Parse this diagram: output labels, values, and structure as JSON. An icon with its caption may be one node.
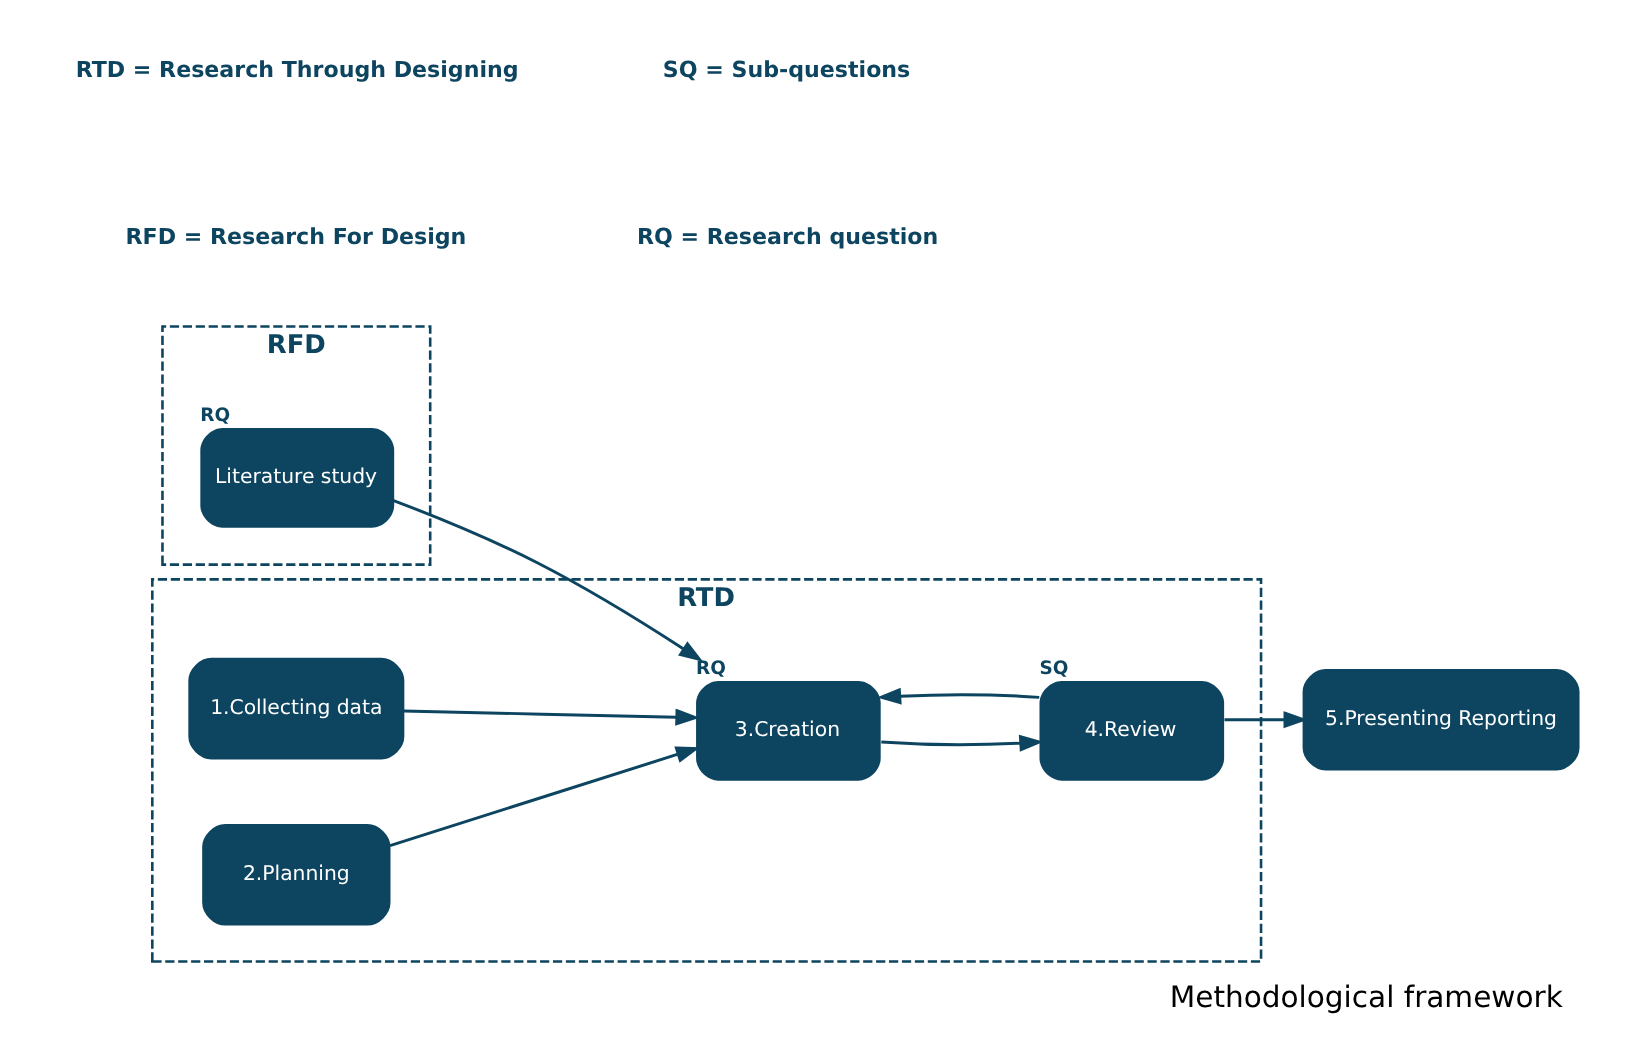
{
  "diagram": {
    "caption": "Methodological framework",
    "nodes": [
      {
        "text": [
          "RFD"
        ]
      },
      {
        "text": [
          "Literature study"
        ],
        "in": 0,
        "beside": [
          "RQ"
        ]
      },
      {
        "text": [
          "RTD"
        ]
      },
      {
        "text": [
          "1.Collecting data"
        ],
        "in": 2
      },
      {
        "text": [
          "2.Planning"
        ],
        "in": 2
      },
      {
        "text": [
          "3.Creation"
        ],
        "in": 2,
        "beside": [
          "RQ"
        ]
      },
      {
        "text": [
          "4.Review"
        ],
        "in": 2,
        "beside": [
          "SQ"
        ]
      },
      {
        "text": [
          "5.Presenting Reporting"
        ]
      }
    ],
    "edges": [
      {
        "from": 1,
        "to": 5,
        "arrow": "to"
      },
      {
        "from": 3,
        "to": 5,
        "arrow": "to"
      },
      {
        "from": 4,
        "to": 5,
        "arrow": "to"
      },
      {
        "from": 5,
        "to": 6,
        "arrow": "to"
      },
      {
        "from": 6,
        "to": 5,
        "arrow": "to"
      },
      {
        "from": 6,
        "to": 7,
        "arrow": "to"
      }
    ],
    "labels": [
      "RFD = Research For Design",
      "RQ = Research question",
      "RTD = Research Through Designing",
      "SQ = Sub-questions"
    ]
  }
}
